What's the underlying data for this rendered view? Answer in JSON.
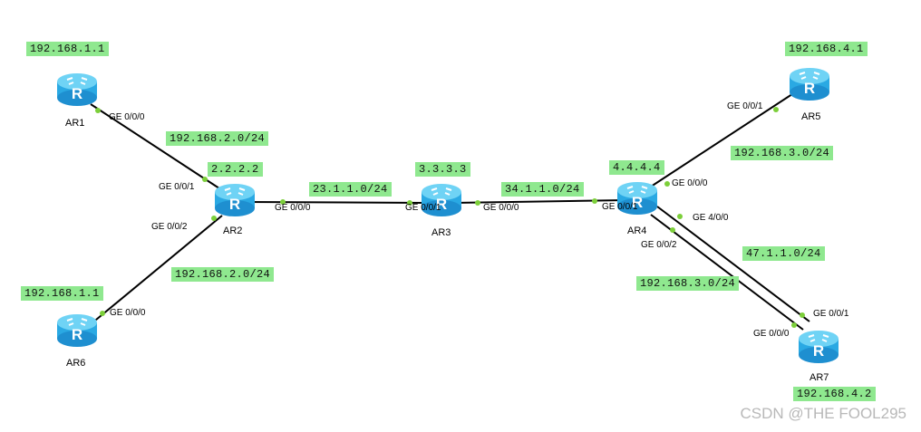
{
  "routers": [
    {
      "id": "AR1",
      "name": "AR1",
      "icon": "router-icon"
    },
    {
      "id": "AR2",
      "name": "AR2",
      "icon": "router-icon"
    },
    {
      "id": "AR3",
      "name": "AR3",
      "icon": "router-icon"
    },
    {
      "id": "AR4",
      "name": "AR4",
      "icon": "router-icon"
    },
    {
      "id": "AR5",
      "name": "AR5",
      "icon": "router-icon"
    },
    {
      "id": "AR6",
      "name": "AR6",
      "icon": "router-icon"
    },
    {
      "id": "AR7",
      "name": "AR7",
      "icon": "router-icon"
    }
  ],
  "tags": {
    "ar1_ip": "192.168.1.1",
    "ar1_ar2_net": "192.168.2.0/24",
    "ar2_id": "2.2.2.2",
    "ar2_ar3_net": "23.1.1.0/24",
    "ar3_id": "3.3.3.3",
    "ar3_ar4_net": "34.1.1.0/24",
    "ar4_id": "4.4.4.4",
    "ar5_ip": "192.168.4.1",
    "ar4_ar5_net": "192.168.3.0/24",
    "ar6_ip": "192.168.1.1",
    "ar2_ar6_net": "192.168.2.0/24",
    "ar4_ar7_net_a": "47.1.1.0/24",
    "ar4_ar7_net_b": "192.168.3.0/24",
    "ar7_ip": "192.168.4.2"
  },
  "interfaces": {
    "ar1_ge000": "GE 0/0/0",
    "ar2_ge001": "GE 0/0/1",
    "ar2_ge002": "GE 0/0/2",
    "ar2_ge000": "GE 0/0/0",
    "ar3_ge001": "GE 0/0/1",
    "ar3_ge000": "GE 0/0/0",
    "ar4_ge001": "GE 0/0/1",
    "ar4_ge000": "GE 0/0/0",
    "ar4_ge400": "GE 4/0/0",
    "ar4_ge002": "GE 0/0/2",
    "ar5_ge001": "GE 0/0/1",
    "ar6_ge000": "GE 0/0/0",
    "ar7_ge001": "GE 0/0/1",
    "ar7_ge000": "GE 0/0/0"
  },
  "router_glyph": "R",
  "colors": {
    "tag_bg": "#8fe88f",
    "link": "#000000",
    "port_dot": "#7ccf3a",
    "router_top": "#6fd3f5",
    "router_body": "#2aa9e3"
  },
  "watermark": "CSDN @THE FOOL295"
}
